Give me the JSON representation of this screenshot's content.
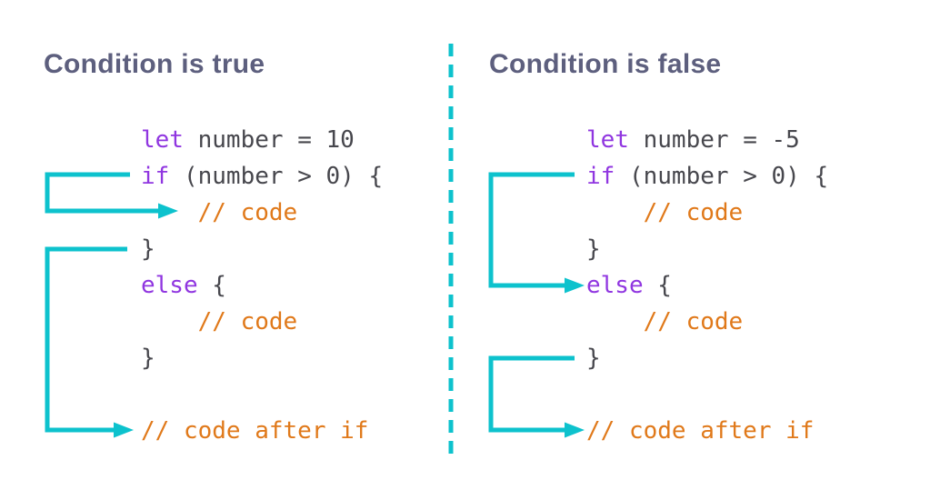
{
  "colors": {
    "background": "#ffffff",
    "title": "#5d5f7e",
    "keyword": "#9036e0",
    "plain": "#47474d",
    "comment": "#e0791a",
    "arrow": "#0dc2cd"
  },
  "panels": [
    {
      "title": "Condition is true",
      "code_lines": [
        {
          "tokens": [
            {
              "t": "let",
              "c": "keyword"
            },
            {
              "t": " number = 10",
              "c": "plain"
            }
          ]
        },
        {
          "tokens": [
            {
              "t": "if",
              "c": "keyword"
            },
            {
              "t": " (number > 0) {",
              "c": "plain"
            }
          ]
        },
        {
          "tokens": [
            {
              "t": "    // code",
              "c": "comment"
            }
          ]
        },
        {
          "tokens": [
            {
              "t": "}",
              "c": "plain"
            }
          ]
        },
        {
          "tokens": [
            {
              "t": "else",
              "c": "keyword"
            },
            {
              "t": " {",
              "c": "plain"
            }
          ]
        },
        {
          "tokens": [
            {
              "t": "    // code",
              "c": "comment"
            }
          ]
        },
        {
          "tokens": [
            {
              "t": "}",
              "c": "plain"
            }
          ]
        },
        {
          "tokens": []
        },
        {
          "tokens": [
            {
              "t": "// code after if",
              "c": "comment"
            }
          ]
        }
      ],
      "arrows": [
        {
          "name": "arrow-if-to-if-body",
          "points_at": "// code"
        },
        {
          "name": "arrow-if-end-to-code-after-if",
          "points_at": "// code after if"
        }
      ]
    },
    {
      "title": "Condition is false",
      "code_lines": [
        {
          "tokens": [
            {
              "t": "let",
              "c": "keyword"
            },
            {
              "t": " number = -5",
              "c": "plain"
            }
          ]
        },
        {
          "tokens": [
            {
              "t": "if",
              "c": "keyword"
            },
            {
              "t": " (number > 0) {",
              "c": "plain"
            }
          ]
        },
        {
          "tokens": [
            {
              "t": "    // code",
              "c": "comment"
            }
          ]
        },
        {
          "tokens": [
            {
              "t": "}",
              "c": "plain"
            }
          ]
        },
        {
          "tokens": [
            {
              "t": "else",
              "c": "keyword"
            },
            {
              "t": " {",
              "c": "plain"
            }
          ]
        },
        {
          "tokens": [
            {
              "t": "    // code",
              "c": "comment"
            }
          ]
        },
        {
          "tokens": [
            {
              "t": "}",
              "c": "plain"
            }
          ]
        },
        {
          "tokens": []
        },
        {
          "tokens": [
            {
              "t": "// code after if",
              "c": "comment"
            }
          ]
        }
      ],
      "arrows": [
        {
          "name": "arrow-if-to-else",
          "points_at": "else {"
        },
        {
          "name": "arrow-else-end-to-code-after-if",
          "points_at": "// code after if"
        }
      ]
    }
  ]
}
